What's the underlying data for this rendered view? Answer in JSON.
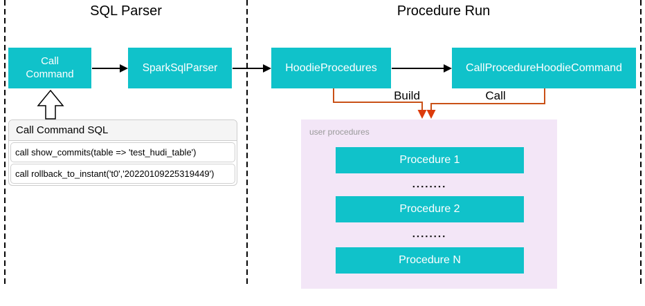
{
  "sections": {
    "sql_parser": {
      "title": "SQL Parser"
    },
    "procedure_run": {
      "title": "Procedure Run"
    }
  },
  "sql_parser": {
    "call_command_label": "Call\nCommand",
    "spark_sql_parser_label": "SparkSqlParser",
    "sql_panel": {
      "header": "Call Command SQL",
      "rows": [
        "call show_commits(table => 'test_hudi_table')",
        "call rollback_to_instant('t0','20220109225319449')"
      ]
    }
  },
  "procedure_run": {
    "hoodie_procedures_label": "HoodieProcedures",
    "call_procedure_hoodie_command_label": "CallProcedureHoodieCommand",
    "build_label": "Build",
    "call_label": "Call",
    "user_procedures": {
      "label": "user procedures",
      "items": [
        "Procedure 1",
        "Procedure 2",
        "Procedure N"
      ],
      "ellipsis": "▪▪▪▪▪▪▪▪"
    }
  },
  "colors": {
    "node_teal": "#10C2CA",
    "connector_orange": "#C95016",
    "arrowhead_orange": "#DC3B0C",
    "panel_purple": "#F3E6F7",
    "panel_header_gray": "#F5F5F5"
  }
}
